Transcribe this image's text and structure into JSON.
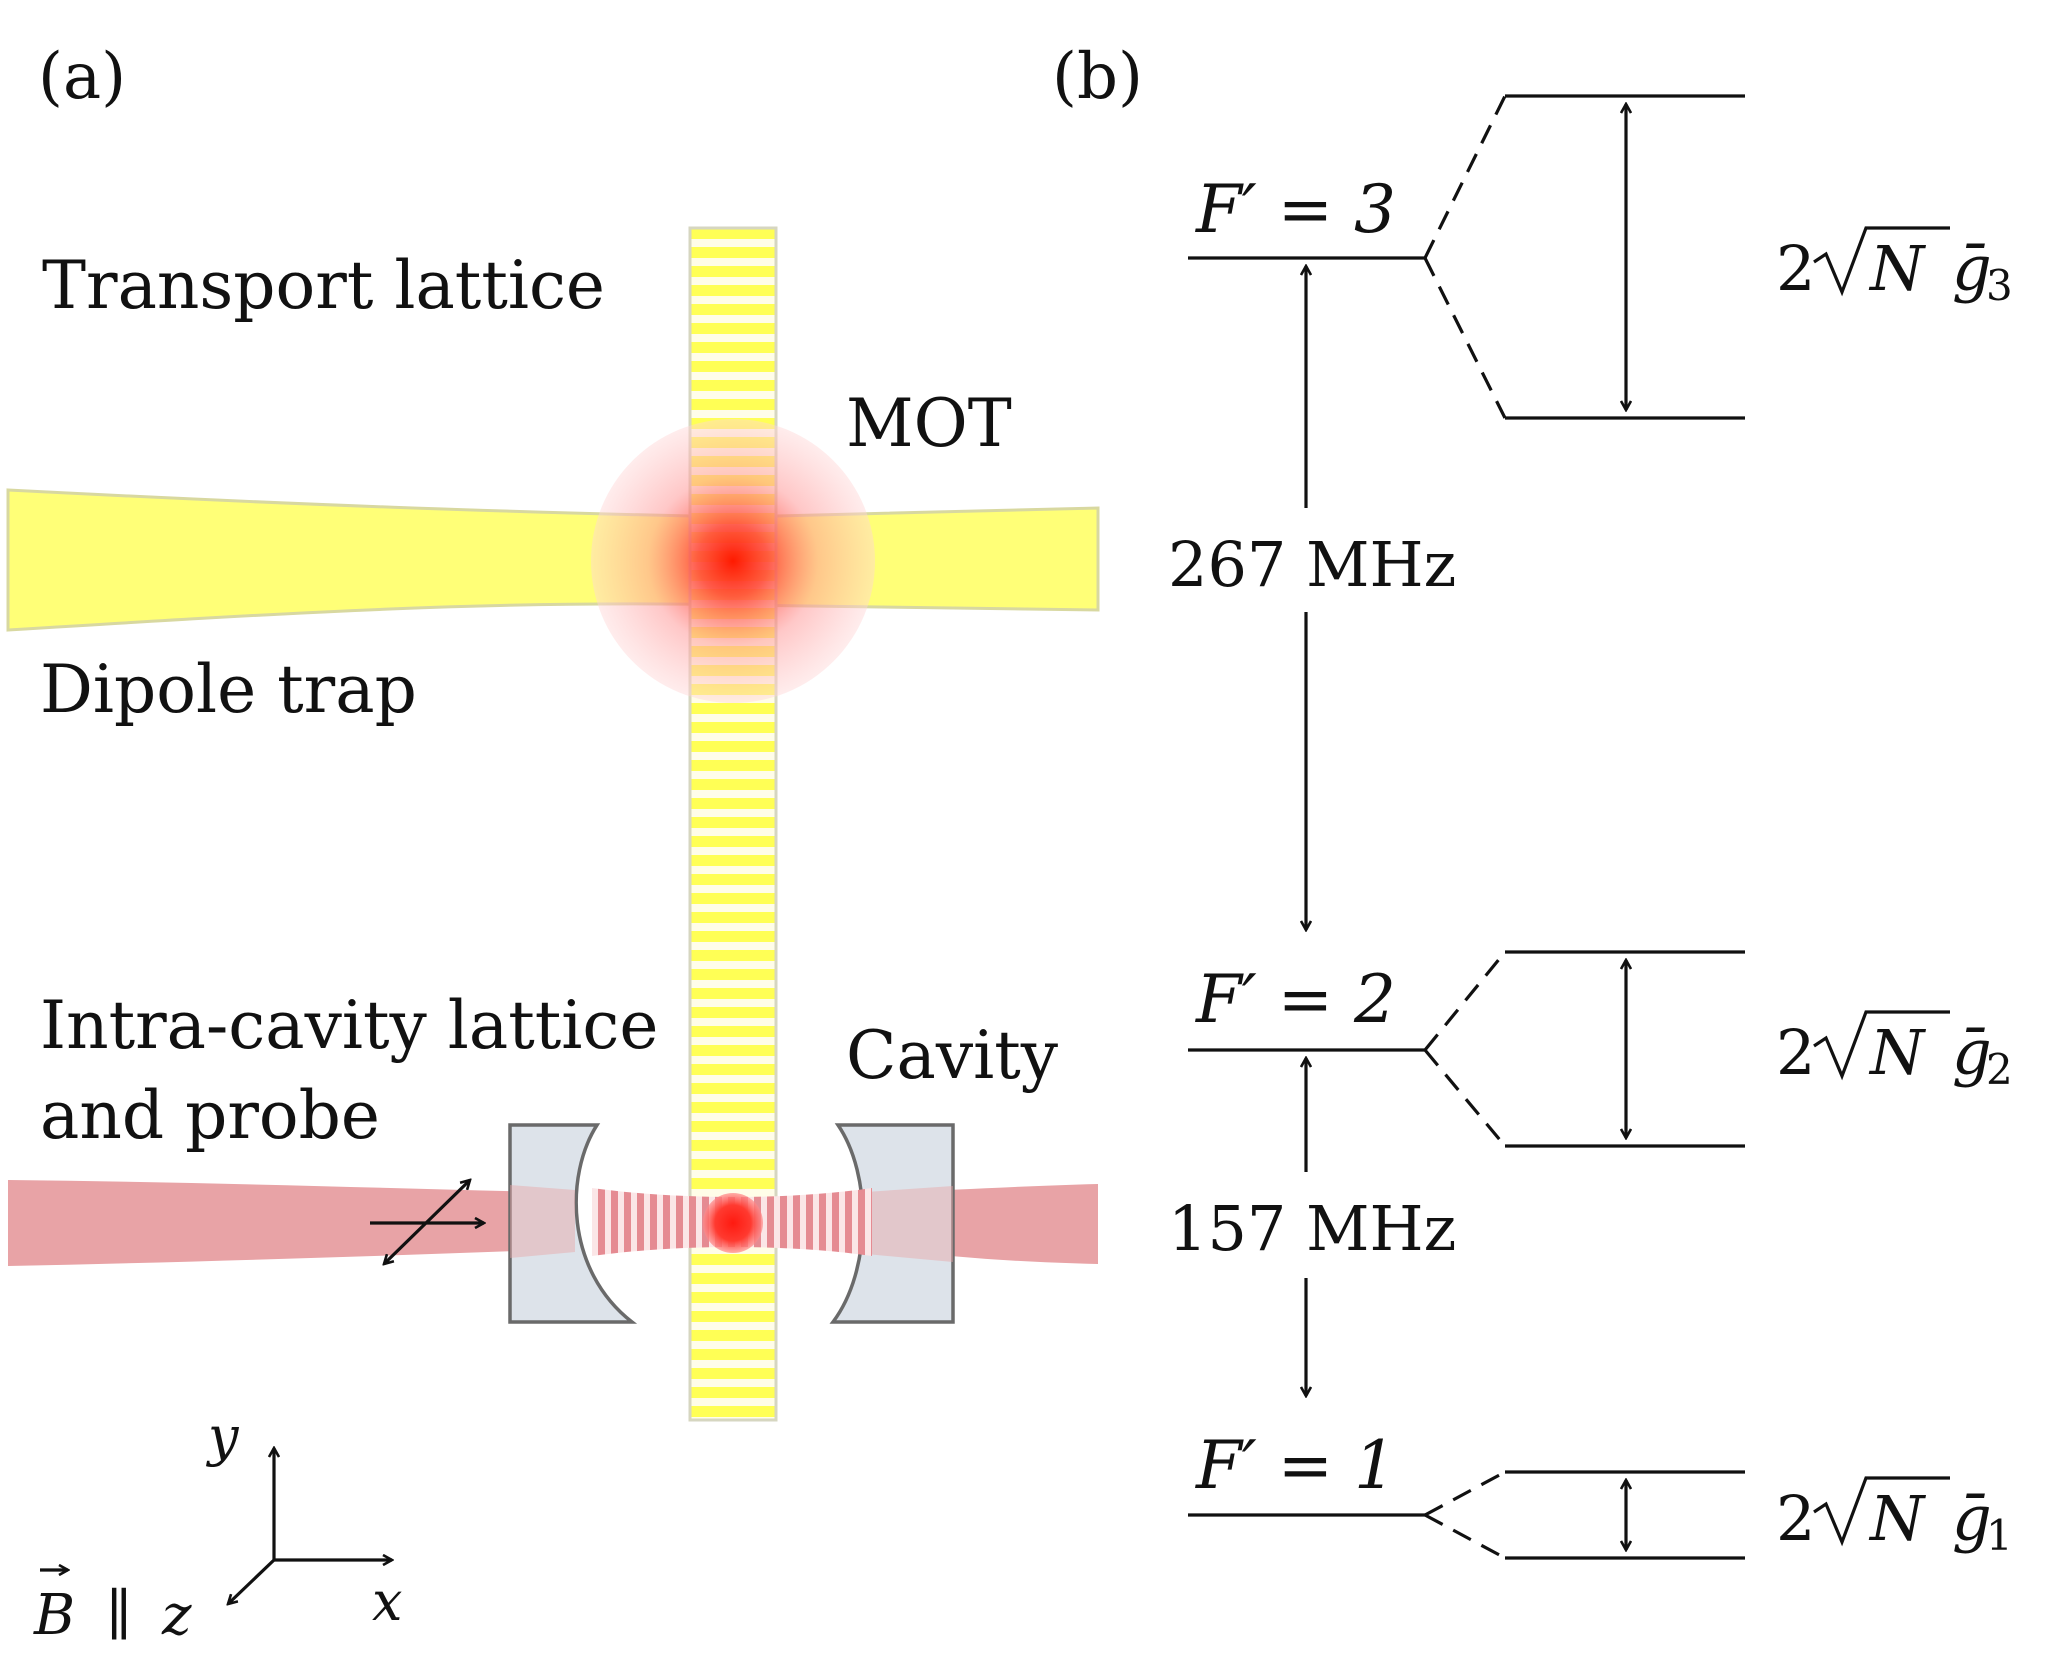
{
  "panel_a": {
    "label": "(a)",
    "transport_lattice": "Transport lattice",
    "mot": "MOT",
    "dipole_trap": "Dipole trap",
    "intracavity_line1": "Intra-cavity lattice",
    "intracavity_line2": "and probe",
    "cavity": "Cavity",
    "axis_y": "y",
    "axis_x": "x",
    "field_B": "B",
    "field_parallel": "∥",
    "field_z": "z",
    "colors": {
      "lattice_yellow": "#ffff66",
      "probe_red": "#e8a3a6",
      "mot_red": "#ff2a1a",
      "mirror_gray": "#dde3ea"
    }
  },
  "panel_b": {
    "label": "(b)",
    "levels": [
      {
        "F": "F′ = 3",
        "splitting_prefix": "2",
        "splitting_var": "N",
        "splitting_g": "ḡ",
        "splitting_sub": "3"
      },
      {
        "F": "F′ = 2",
        "splitting_prefix": "2",
        "splitting_var": "N",
        "splitting_g": "ḡ",
        "splitting_sub": "2"
      },
      {
        "F": "F′ = 1",
        "splitting_prefix": "2",
        "splitting_var": "N",
        "splitting_g": "ḡ",
        "splitting_sub": "1"
      }
    ],
    "spacing_upper": "267 MHz",
    "spacing_lower": "157 MHz"
  }
}
